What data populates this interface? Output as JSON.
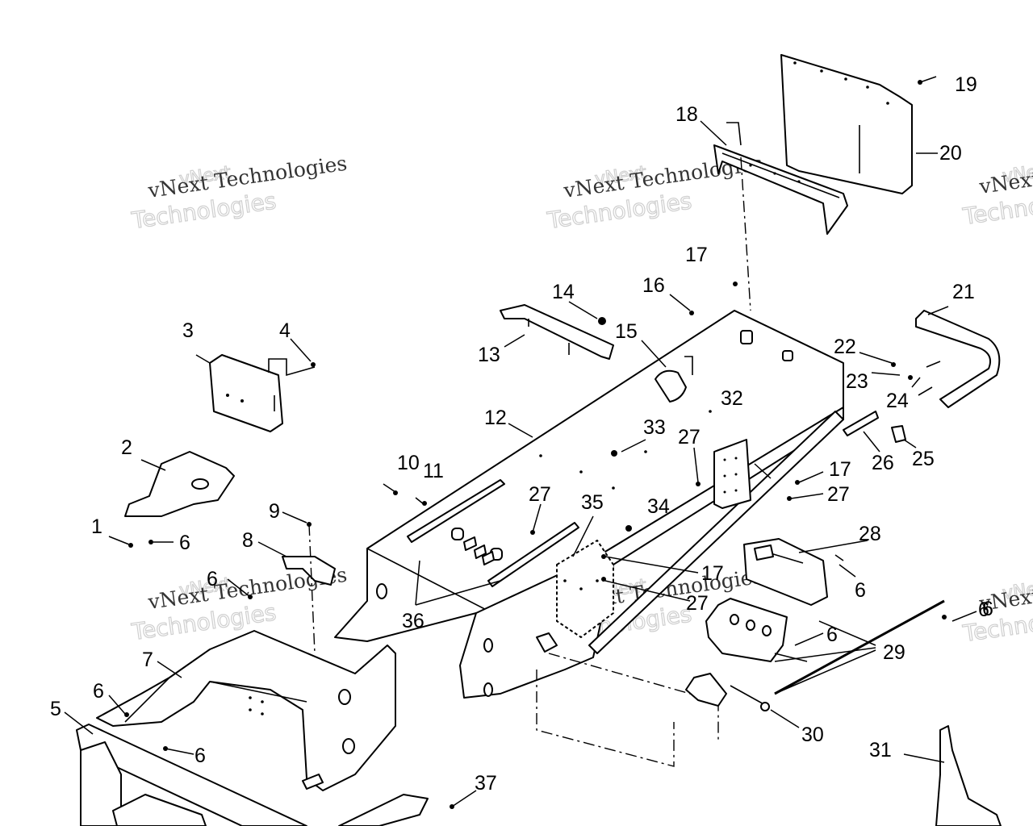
{
  "diagram": {
    "watermarks": [
      {
        "small": "vNext Technologies",
        "large": "Technologies",
        "overlay": "vNext"
      },
      {
        "small": "vNext Technologies",
        "large": "Technologies",
        "overlay": "vNext"
      },
      {
        "small": "vNext Te",
        "large": "Techno",
        "overlay": "vNe"
      },
      {
        "small": "vNext Technologies",
        "large": "Technologies",
        "overlay": "vNext"
      },
      {
        "small": "vNext Technologies",
        "large": "Technologies",
        "overlay": "vNext"
      },
      {
        "small": "vNext Te",
        "large": "Techno",
        "overlay": "vNe"
      }
    ],
    "callouts": [
      "1",
      "2",
      "3",
      "4",
      "5",
      "6",
      "7",
      "8",
      "9",
      "10",
      "11",
      "12",
      "13",
      "14",
      "15",
      "16",
      "17",
      "18",
      "19",
      "20",
      "21",
      "22",
      "23",
      "24",
      "25",
      "26",
      "27",
      "28",
      "29",
      "30",
      "31",
      "32",
      "33",
      "34",
      "35",
      "36",
      "37",
      "6",
      "6",
      "6",
      "6",
      "6",
      "6",
      "6",
      "17",
      "17",
      "27",
      "27",
      "27"
    ]
  }
}
